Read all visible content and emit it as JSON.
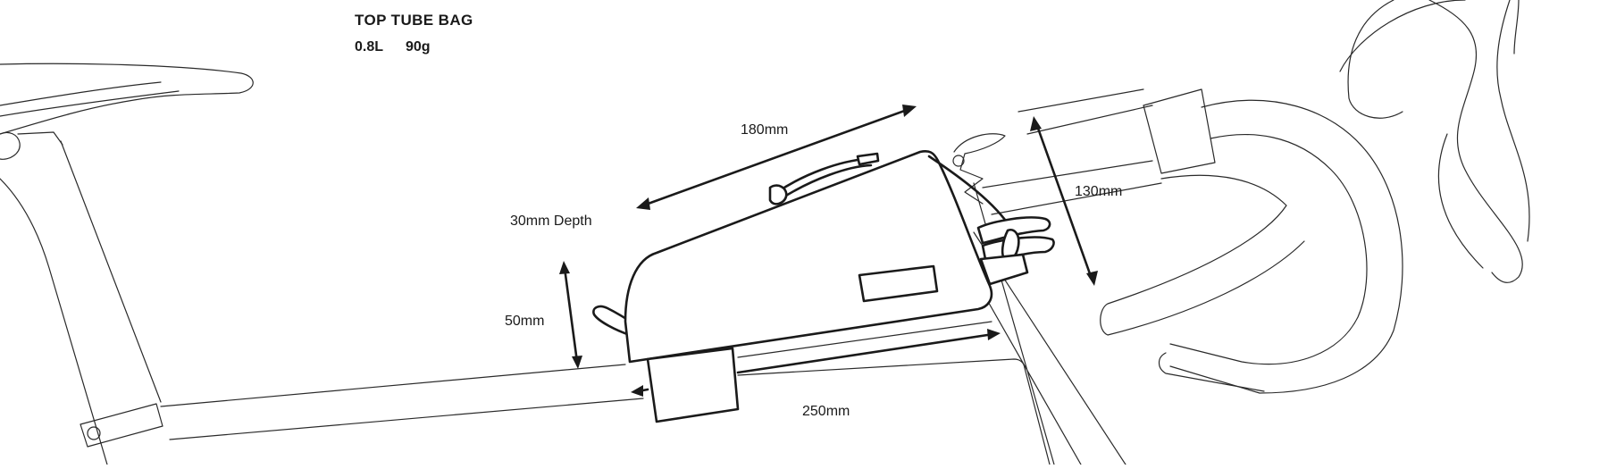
{
  "product": {
    "title": "TOP TUBE BAG",
    "volume": "0.8L",
    "weight": "90g"
  },
  "dimensions": {
    "length": "180mm",
    "depth": "30mm Depth",
    "height": "50mm",
    "front_height": "130mm",
    "strap_length": "250mm"
  },
  "colors": {
    "line": "#1a1a1a",
    "background": "#ffffff"
  }
}
